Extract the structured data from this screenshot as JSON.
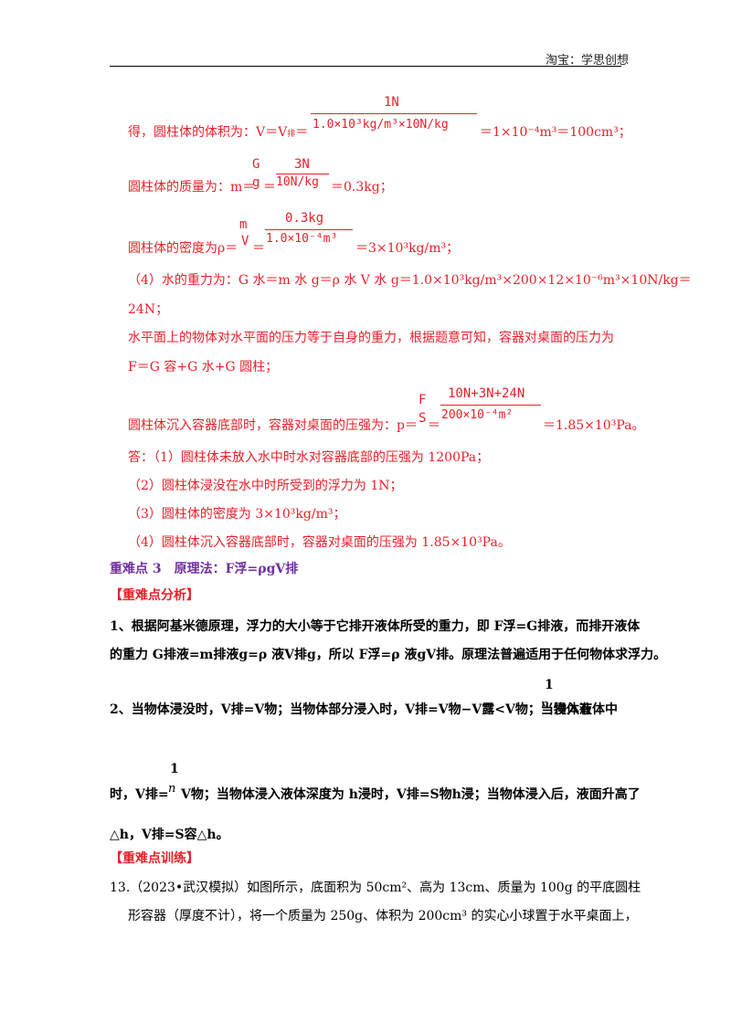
{
  "header": {
    "shop": "淘宝：学思创想"
  },
  "line1": {
    "prefix": "得，圆柱体的体积为：V＝V",
    "prefix_sub": "排",
    "eq": "＝",
    "num": "1N",
    "den": "1.0×10³kg/m³×10N/kg",
    "result": "＝1×10⁻⁴m³＝100cm³；"
  },
  "line2": {
    "prefix": "圆柱体的质量为：m＝",
    "g_num": "G",
    "g_den": "g",
    "eq": "＝",
    "num": "3N",
    "den": "10N/kg",
    "result": "＝0.3kg；"
  },
  "line3": {
    "prefix": "圆柱体的密度为ρ＝",
    "m_num": "m",
    "m_den": "V",
    "eq": "＝",
    "num": "0.3kg",
    "den": "1.0×10⁻⁴m³",
    "result": "＝3×10³kg/m³；"
  },
  "line4": {
    "text": "（4）水的重力为：G 水＝m 水 g＝ρ 水 V 水 g＝1.0×10³kg/m³×200×12×10⁻⁶m³×10N/kg＝",
    "cont": "24N；"
  },
  "line5": {
    "text": "水平面上的物体对水平面的压力等于自身的重力，根据题意可知，容器对桌面的压力为",
    "cont": "F＝G 容+G 水+G 圆柱；"
  },
  "line6": {
    "prefix": "圆柱体沉入容器底部时，容器对桌面的压强为：p＝",
    "f_num": "F",
    "f_den": "S",
    "eq": "＝",
    "num": "10N+3N+24N",
    "den": "200×10⁻⁴m²",
    "result": "＝1.85×10³Pa。"
  },
  "answers": [
    "答：（1）圆柱体未放入水中时水对容器底部的压强为 1200Pa；",
    "（2）圆柱体浸没在水中时所受到的浮力为 1N；",
    "（3）圆柱体的密度为 3×10³kg/m³；",
    "（4）圆柱体沉入容器底部时，容器对桌面的压强为 1.85×10³Pa。"
  ],
  "section3": {
    "title": "重难点 3　原理法：F浮=ρgV排"
  },
  "analysis_head": "【重难点分析】",
  "p1": {
    "l1": "1、根据阿基米德原理，浮力的大小等于它排开液体所受的重力，即 F浮=G排液，而排开液体",
    "l2": "的重力 G排液=m排液g=ρ 液V排g，所以 F浮=ρ 液gV排。原理法普遍适用于任何物体求浮力。"
  },
  "p2": {
    "frac_num": "1",
    "frac_den": "n",
    "l1": "2、当物体浸没时，V排=V物；当物体部分浸入时，V排=V物−V露<V物；当物体有",
    "l1_tail": "浸入液体中",
    "l2_pre": "时，V排=",
    "l2_post": "V物；当物体浸入液体深度为 h浸时，V排=S物h浸；当物体浸入后，液面升高了",
    "l3": "△h，V排=S容△h。"
  },
  "training_head": "【重难点训练】",
  "q13": {
    "l1": "13.（2023•武汉模拟）如图所示，底面积为 50cm²、高为 13cm、质量为 100g 的平底圆柱",
    "l2": "形容器（厚度不计），将一个质量为 250g、体积为 200cm³ 的实心小球置于水平桌面上，"
  }
}
